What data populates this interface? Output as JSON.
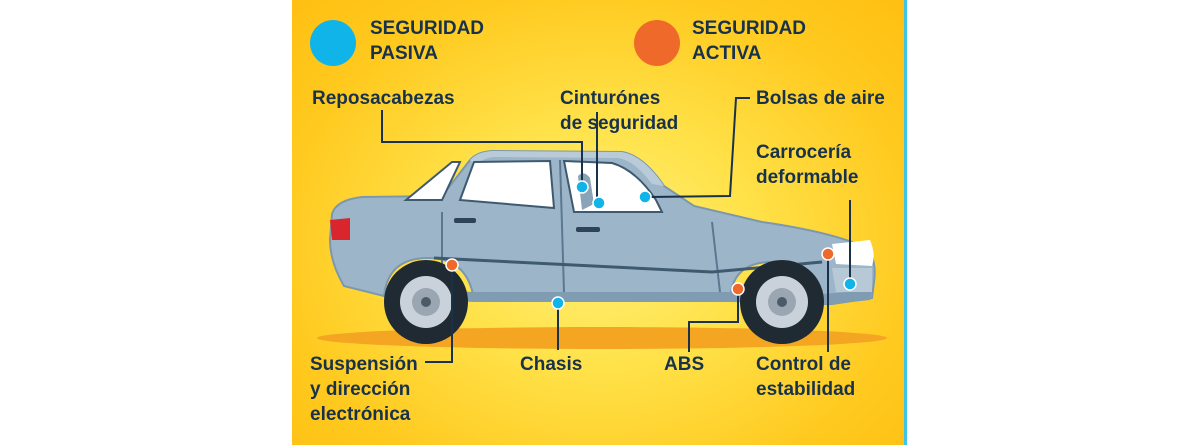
{
  "colors": {
    "passive": "#11b4e8",
    "active": "#ef6a2a",
    "background": "#ffd52e",
    "text": "#17324a",
    "car": "#9db5c8"
  },
  "legend": {
    "passive": "SEGURIDAD\nPASIVA",
    "active": "SEGURIDAD\nACTIVA"
  },
  "labels": {
    "headrest": "Reposacabezas",
    "seatbelts": "Cinturónes\nde seguridad",
    "airbags": "Bolsas de aire",
    "crumple_body": "Carrocería\ndeformable",
    "suspension": "Suspensión\ny dirección\nelectrónica",
    "chassis": "Chasis",
    "abs": "ABS",
    "stability": "Control de\nestabilidad"
  }
}
